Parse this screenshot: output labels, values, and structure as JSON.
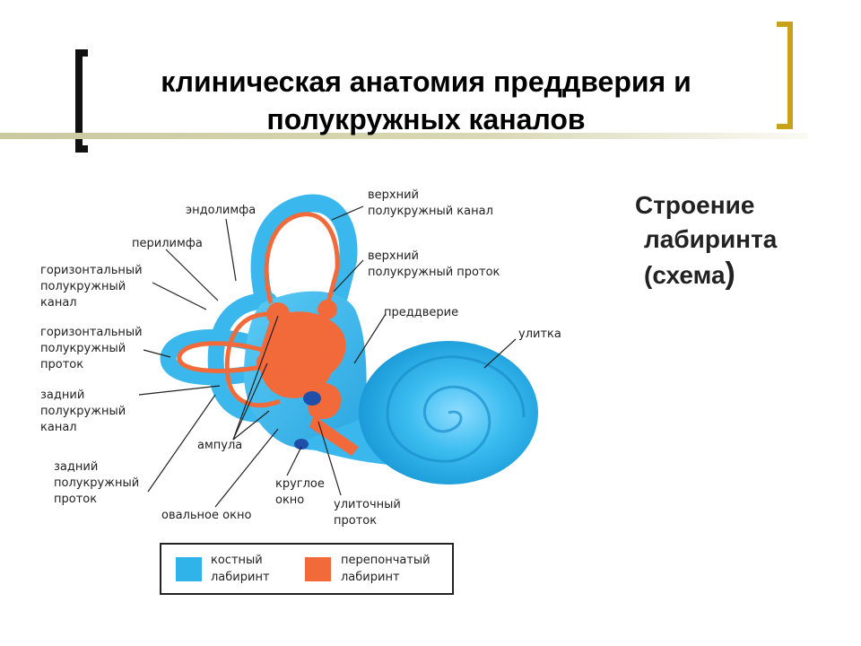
{
  "title": {
    "line1": "клиническая анатомия преддверия и",
    "line2": "полукружных каналов"
  },
  "side_caption": {
    "line1": "Строение",
    "line2": "лабиринта",
    "line3": "(схема",
    "line3_close": ")"
  },
  "labels": {
    "endolymph": "эндолимфа",
    "perilymph": "перилимфа",
    "horiz_canal_1": "горизонтальный",
    "horiz_canal_2": "полукружный",
    "horiz_canal_3": "канал",
    "horiz_duct_1": "горизонтальный",
    "horiz_duct_2": "полукружный",
    "horiz_duct_3": "проток",
    "post_canal_1": "задний",
    "post_canal_2": "полукружный",
    "post_canal_3": "канал",
    "ampulla": "ампула",
    "post_duct_1": "задний",
    "post_duct_2": "полукружный",
    "post_duct_3": "проток",
    "oval_window": "овальное окно",
    "round_window_1": "круглое",
    "round_window_2": "окно",
    "cochlear_duct_1": "улиточный",
    "cochlear_duct_2": "проток",
    "sup_canal_1": "верхний",
    "sup_canal_2": "полукружный канал",
    "sup_duct_1": "верхний",
    "sup_duct_2": "полукружный проток",
    "vestibule": "преддверие",
    "cochlea": "улитка"
  },
  "legend": {
    "bony_1": "костный",
    "bony_2": "лабиринт",
    "membranous_1": "перепончатый",
    "membranous_2": "лабиринт"
  },
  "colors": {
    "bony": "#2fb3e8",
    "membranous": "#f26a3a",
    "bracket_left": "#111111",
    "bracket_right": "#c9a21a"
  }
}
